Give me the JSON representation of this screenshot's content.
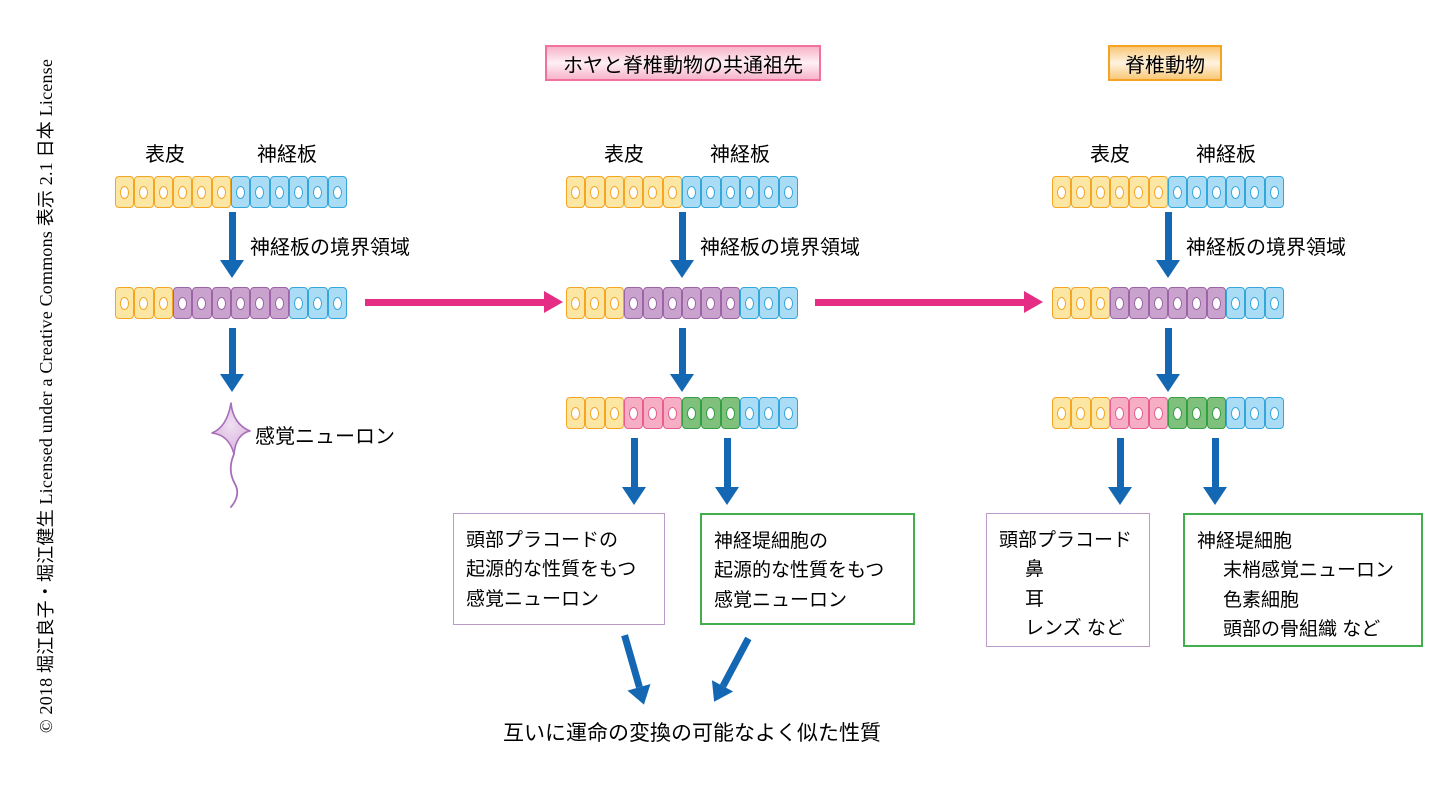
{
  "copyright": "© 2018 堀江良子・堀江健生 Licensed under a Creative Commons 表示 2.1 日本 License",
  "headers": {
    "ancestor": "ホヤと脊椎動物の共通祖先",
    "vertebrate": "脊椎動物"
  },
  "row_labels": {
    "epidermis": "表皮",
    "neural_plate": "神経板"
  },
  "arrow_labels": {
    "border_region": "神経板の境界領域"
  },
  "neuron_label": "感覚ニューロン",
  "bottom_note": "互いに運命の変換の可能なよく似た性質",
  "outcome_boxes": {
    "ancestor_placode": [
      "頭部プラコードの",
      "起源的な性質をもつ",
      "感覚ニューロン"
    ],
    "ancestor_crest": [
      "神経堤細胞の",
      "起源的な性質をもつ",
      "感覚ニューロン"
    ],
    "vertebrate_placode": {
      "title": "頭部プラコード",
      "items": [
        "鼻",
        "耳",
        "レンズ など"
      ]
    },
    "vertebrate_crest": {
      "title": "神経堤細胞",
      "items": [
        "末梢感覚ニューロン",
        "色素細胞",
        "頭部の骨組織 など"
      ]
    }
  },
  "cell_rows": {
    "row1": [
      {
        "color": "yellow",
        "count": 6
      },
      {
        "color": "blue",
        "count": 6
      }
    ],
    "row2": [
      {
        "color": "yellow",
        "count": 3
      },
      {
        "color": "purple",
        "count": 6
      },
      {
        "color": "blue",
        "count": 3
      }
    ],
    "row3": [
      {
        "color": "yellow",
        "count": 3
      },
      {
        "color": "pink",
        "count": 3
      },
      {
        "color": "green",
        "count": 3
      },
      {
        "color": "blue",
        "count": 3
      }
    ]
  },
  "cell_colors": {
    "yellow": {
      "fill": "#FBE6A4",
      "border": "#F5A522"
    },
    "blue": {
      "fill": "#AADCF5",
      "border": "#33A7DC"
    },
    "purple": {
      "fill": "#C9A3CD",
      "border": "#9C64A6"
    },
    "pink": {
      "fill": "#F6AEC4",
      "border": "#E95C8F"
    },
    "green": {
      "fill": "#7FC07C",
      "border": "#339F43"
    }
  },
  "accent_colors": {
    "blue_arrow": "#1467B3",
    "pink_arrow": "#E52D86",
    "header_middle_border": "#F2719F",
    "header_middle_bg_edge": "#F7B4C9",
    "header_middle_bg_center": "#FEF0F5",
    "header_right_border": "#F5A323",
    "header_right_bg_edge": "#F9C878",
    "header_right_bg_center": "#FEF3DF",
    "box_purple_border": "#BD9BC8",
    "box_green_border": "#44AE4C",
    "neuron_fill": "#D9B3DF",
    "neuron_center": "#EFDFF2",
    "neuron_stroke": "#A76FB8"
  }
}
